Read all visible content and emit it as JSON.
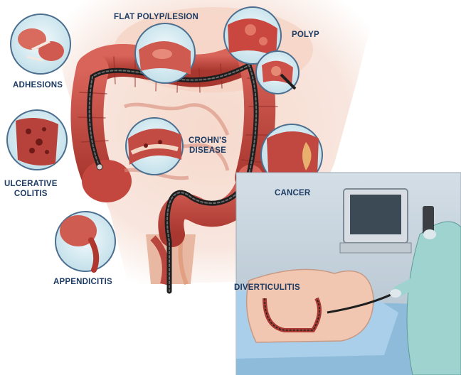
{
  "labels": {
    "flat_polyp": "FLAT POLYP/LESION",
    "polyp": "POLYP",
    "adhesions": "ADHESIONS",
    "ulcerative_line1": "ULCERATIVE",
    "ulcerative_line2": "COLITIS",
    "crohns_line1": "CROHN'S",
    "crohns_line2": "DISEASE",
    "cancer": "CANCER",
    "appendicitis": "APPENDICITIS",
    "diverticulitis": "DIVERTICULITIS"
  },
  "colors": {
    "label_text": "#1d3b63",
    "colon": "#c8514a",
    "inset_ring": "#4c6f8f",
    "inset_fill": "#dff0f4",
    "scope_tube": "#2a2a2a",
    "skin": "#f2c9b4",
    "drape": "#9fc8e6",
    "room_wall": "#c9d6df"
  }
}
